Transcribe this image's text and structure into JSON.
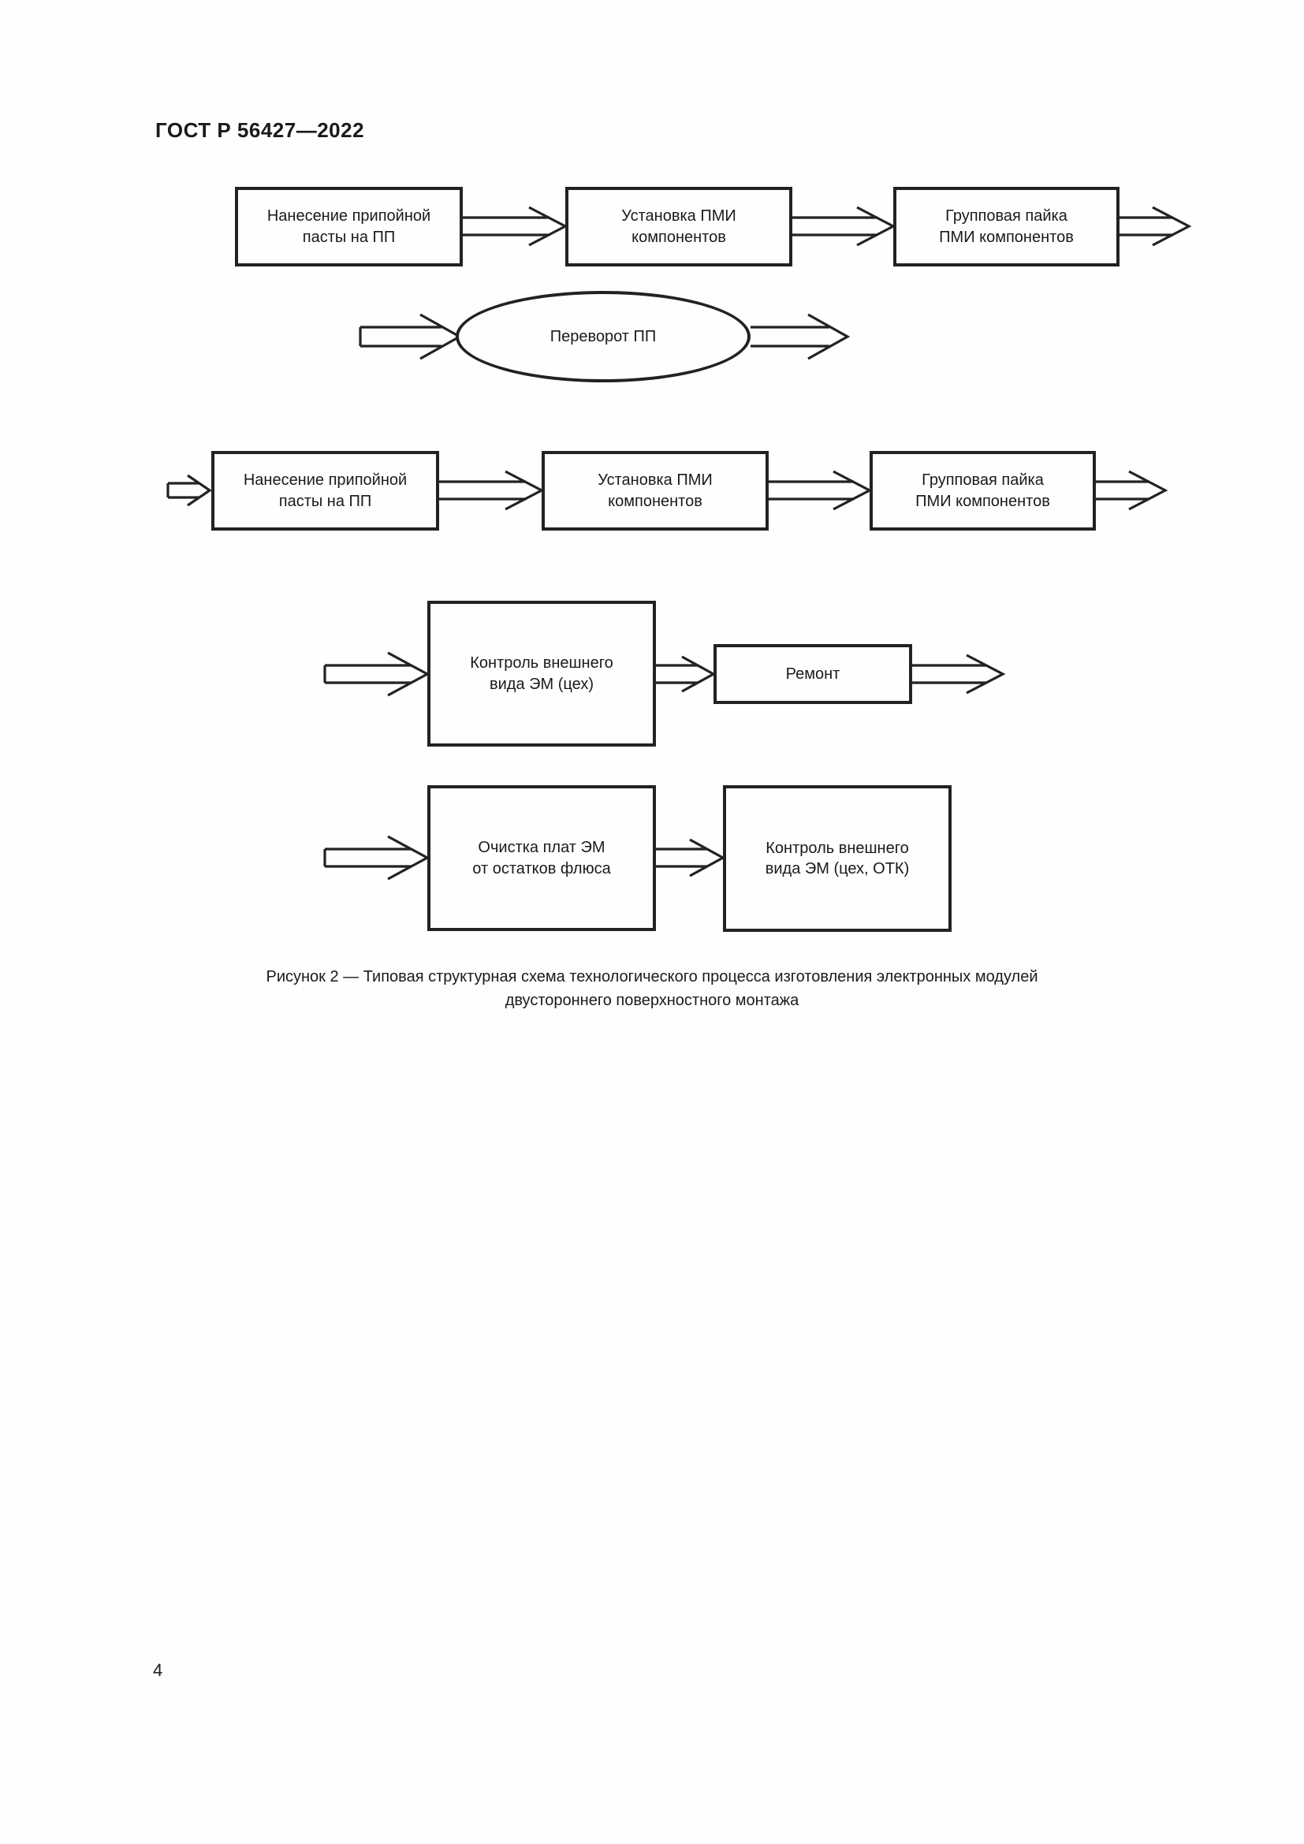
{
  "page": {
    "header": "ГОСТ Р 56427—2022",
    "page_number": "4",
    "caption": "Рисунок 2 — Типовая структурная схема технологического процесса изготовления электронных модулей\nдвустороннего поверхностного монтажа"
  },
  "colors": {
    "ink": "#222222",
    "page_background": "#fefefe"
  },
  "diagram": {
    "type": "flowchart",
    "row1": {
      "box1": "Нанесение припойной\nпасты на ПП",
      "box2": "Установка ПМИ\nкомпонентов",
      "box3": "Групповая пайка\nПМИ компонентов"
    },
    "row2": {
      "ellipse": "Переворот ПП"
    },
    "row3": {
      "box1": "Нанесение припойной\nпасты на ПП",
      "box2": "Установка ПМИ\nкомпонентов",
      "box3": "Групповая пайка\nПМИ компонентов"
    },
    "row4": {
      "box1": "Контроль внешнего\nвида ЭМ (цех)",
      "box2": "Ремонт"
    },
    "row5": {
      "box1": "Очистка плат ЭМ\nот остатков флюса",
      "box2": "Контроль внешнего\nвида ЭМ (цех, ОТК)"
    }
  }
}
